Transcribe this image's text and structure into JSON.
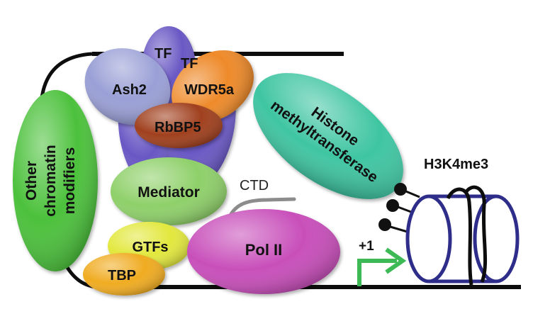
{
  "title": "Transcription complex recruiting histone methyltransferase to H3K4me3 nucleosome",
  "colors": {
    "dna_line": "#0d0d0d",
    "tf": "#6a58c4",
    "ash2": "#9aa0d6",
    "wdr5a": "#ee8a2a",
    "rbbp5": "#a0401e",
    "histone_mt": "#3fc5a2",
    "other_chromatin": "#4cc13c",
    "mediator": "#8fd06a",
    "gtfs": "#e2e83e",
    "tbp": "#f0ac22",
    "pol2": "#c84fba",
    "ctd": "#8c8c8c",
    "tss_arrow": "#3dba55",
    "nucleosome": "#2e2e8a",
    "methyl_mark": "#111111"
  },
  "labels": {
    "tf1": "TF",
    "tf2": "TF",
    "ash2": "Ash2",
    "wdr5a": "WDR5a",
    "rbbp5": "RbBP5",
    "histone_mt_line1": "Histone",
    "histone_mt_line2": "methyltransferase",
    "other_line1": "Other",
    "other_line2": "chromatin",
    "other_line3": "modifiers",
    "mediator": "Mediator",
    "ctd": "CTD",
    "gtfs": "GTFs",
    "tbp": "TBP",
    "pol2": "Pol II",
    "tss": "+1",
    "h3k4me3": "H3K4me3"
  }
}
